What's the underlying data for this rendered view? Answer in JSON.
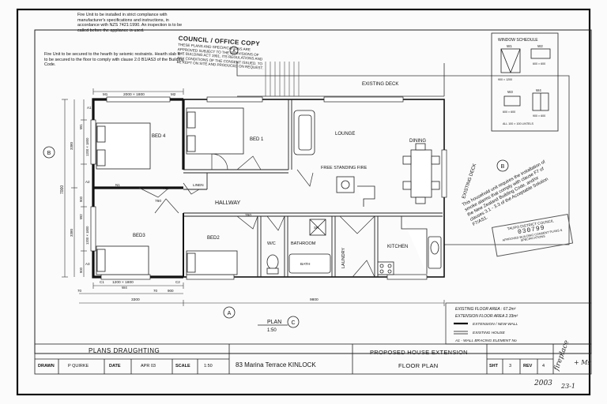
{
  "notes": {
    "fire_unit_compliance": "Fire Unit to be installed in strict compliance with manufacturer's specifications and instructions, in accordance with NZS 7421:1990. An inspection is to be called before the appliance is used.",
    "fire_unit_restraint": "Fire Unit to be secured to the hearth by seismic restraints. Hearth slab is to be secured to the floor to comply with clause 2.0 B1/AS3 of the Building Code.",
    "smoke_alarm": "This household unit requires the installation of smoke alarms that comply with clause F7 of the New Zealand Building Code, and/or clauses 3.1 - 3.3 of the Acceptable Solution F7/AS1."
  },
  "stamps": {
    "council_title": "COUNCIL / OFFICE COPY",
    "council_body": "THESE PLANS AND SPECIFICATIONS ARE APPROVED SUBJECT TO THE PROVISIONS OF THE BUILDING ACT 1991, ITS REGULATIONS AND ANY CONDITIONS OF THE CONSENT ISSUED. TO BE KEPT ON SITE AND PRODUCED ON REQUEST.",
    "approval_line1": "TAUPO DISTRICT COUNCIL",
    "approval_number": "030799",
    "approval_line3": "APPROVED BUILDING CONSENT PLANS & SPECIFICATIONS"
  },
  "rooms": {
    "bed4": "BED 4",
    "bed1": "BED 1",
    "lounge": "LOUNGE",
    "dining": "DINING",
    "hallway": "HALLWAY",
    "linen": "LINEN",
    "bed3": "BED3",
    "bed2": "BED2",
    "wc": "W/C",
    "bathroom": "BATHROOM",
    "bath": "BATH",
    "laundry": "LAUNDRY",
    "kitchen": "KITCHEN",
    "shower": "SH",
    "free_standing_fire": "FREE STANDING FIRE",
    "existing_deck_top": "EXISTING DECK",
    "existing_deck_right": "EXISTING DECK"
  },
  "dimensions": {
    "top_window": "2000 × 1800",
    "top_m1": "M1",
    "top_m2": "M2",
    "left_overall": "7000",
    "left_upper": "3380",
    "left_lower": "3380",
    "left_w1": "W1",
    "left_w1_size": "1200 × 1800",
    "left_a1": "A1",
    "left_a2": "A2",
    "left_a3": "A3",
    "left_w2": "W2",
    "left_w2_size": "1200 × 1800",
    "left_small_1": "900",
    "left_small_2": "900",
    "bottom_window": "1200 × 1800",
    "bottom_w4": "W4",
    "bottom_c1": "C1",
    "bottom_c2": "C2",
    "bottom_70a": "70",
    "bottom_70b": "70",
    "bottom_900": "900",
    "bottom_3300": "3300",
    "bottom_9800": "9800",
    "door_760_1": "760",
    "door_760_2": "760",
    "door_760_3": "760",
    "n1": "N1"
  },
  "grid_markers": {
    "a_bottom": "A",
    "a_top": "A",
    "c_bottom": "C",
    "b_left": "B",
    "b_right": "B"
  },
  "plan_label": "PLAN",
  "plan_scale": "1:50",
  "window_schedule": {
    "title": "WINDOW SCHEDULE",
    "w1": "W1",
    "w2": "W2",
    "w3": "W3",
    "w4": "W4",
    "w1_size": "900 × 1200",
    "w2_size": "600 × 600",
    "w3_size": "600 × 600",
    "w4_size": "900 × 600",
    "note": "ALL 100 × 100 LINTELS"
  },
  "legend": {
    "existing_area": "EXISTING FLOOR AREA : 67.2m²",
    "extension_area": "EXTENSION FLOOR AREA 2.33m²",
    "new_wall": "EXTENSION / NEW WALL",
    "existing_house": "EXISTING HOUSE",
    "bracing": "A1 - WALL BRACING ELEMENT No"
  },
  "title_block": {
    "company": "PLANS DRAUGHTING",
    "drawn_label": "DRAWN",
    "drawn_value": "P QUIRKE",
    "date_label": "DATE",
    "date_value": "APR 03",
    "scale_label": "SCALE",
    "scale_value": "1:50",
    "address": "83 Marina Terrace  KINLOCK",
    "project": "PROPOSED HOUSE EXTENSION",
    "drawing": "FLOOR PLAN",
    "sheet_label": "SHT",
    "sheet_value": "3",
    "rev_label": "REV",
    "rev_value": "4"
  },
  "handwriting": {
    "line1": "fireplace",
    "line2": "+ Ms",
    "line3": "2003",
    "line4": "23-1"
  }
}
